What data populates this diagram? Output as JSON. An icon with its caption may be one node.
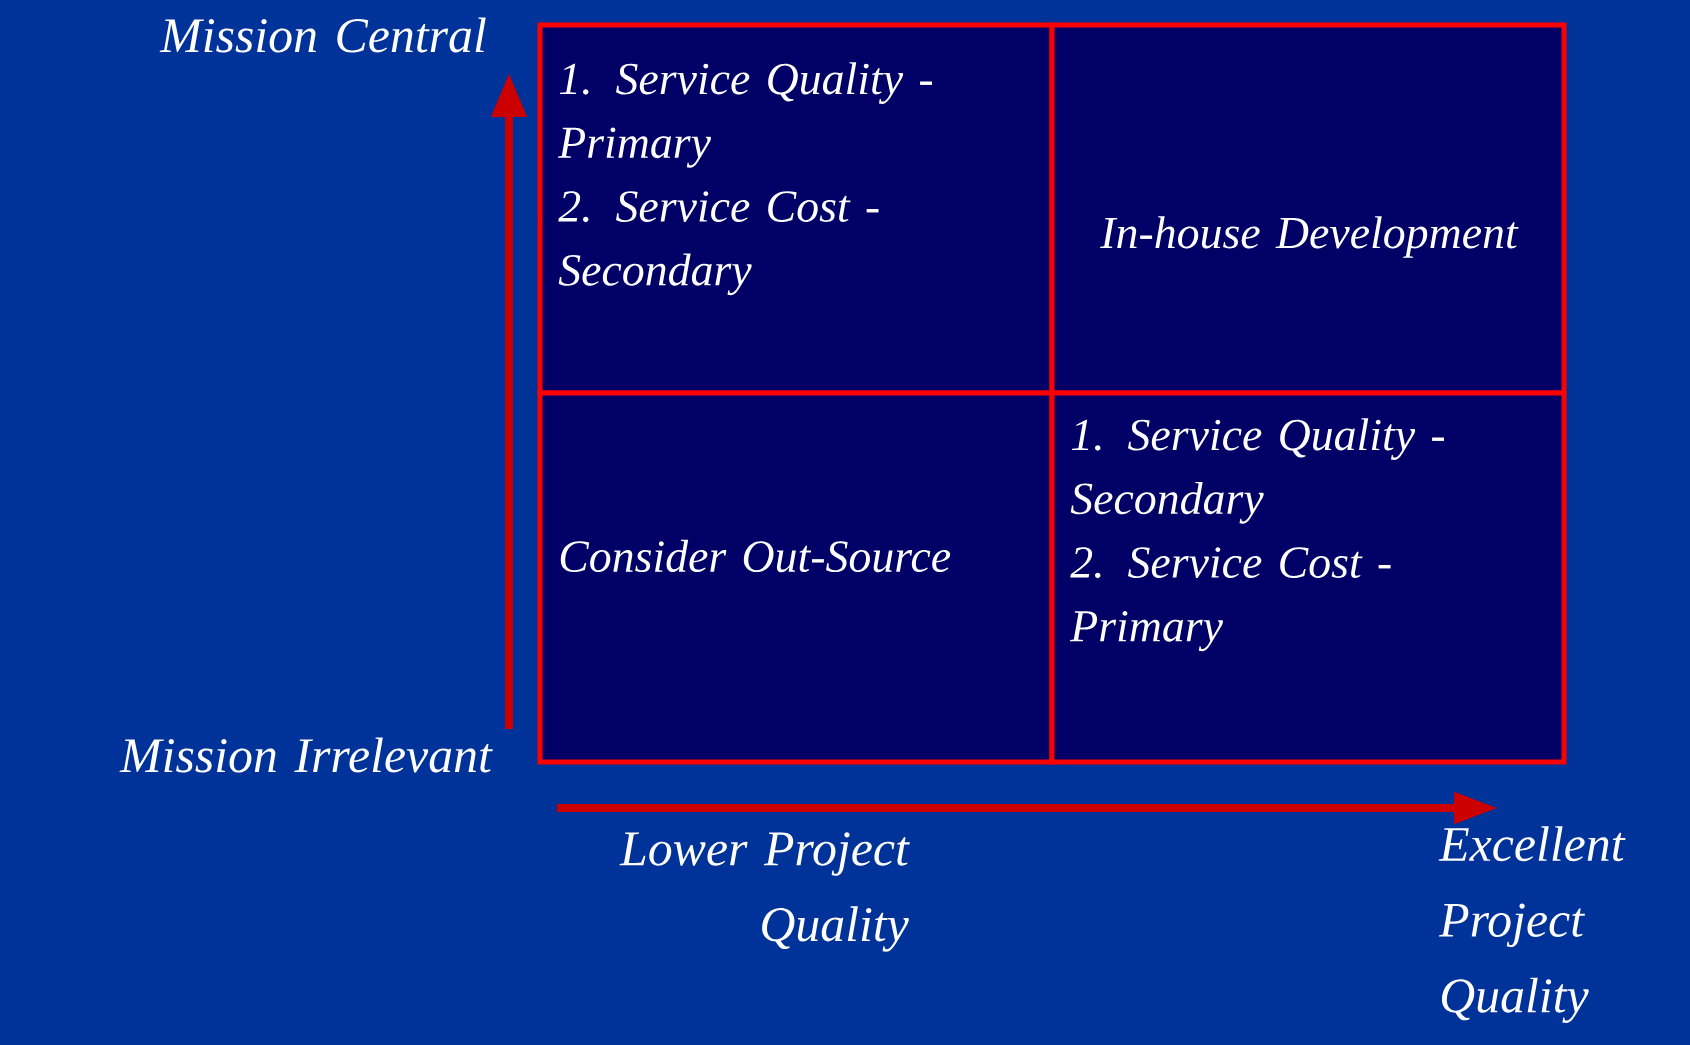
{
  "diagram": {
    "nodes": [
      {
        "text": [
          "1. Service Quality - Primary",
          "2. Service Cost - Secondary"
        ]
      },
      {
        "text": [
          "In-house Development"
        ]
      },
      {
        "text": [
          "Consider Out-Source"
        ]
      },
      {
        "text": [
          "1. Service Quality - Secondary",
          "2. Service Cost - Primary"
        ]
      }
    ],
    "edges": [],
    "labels": [
      "Mission Central",
      "Mission Irrelevant",
      "Lower Project Quality",
      "Excellent Project Quality"
    ]
  }
}
